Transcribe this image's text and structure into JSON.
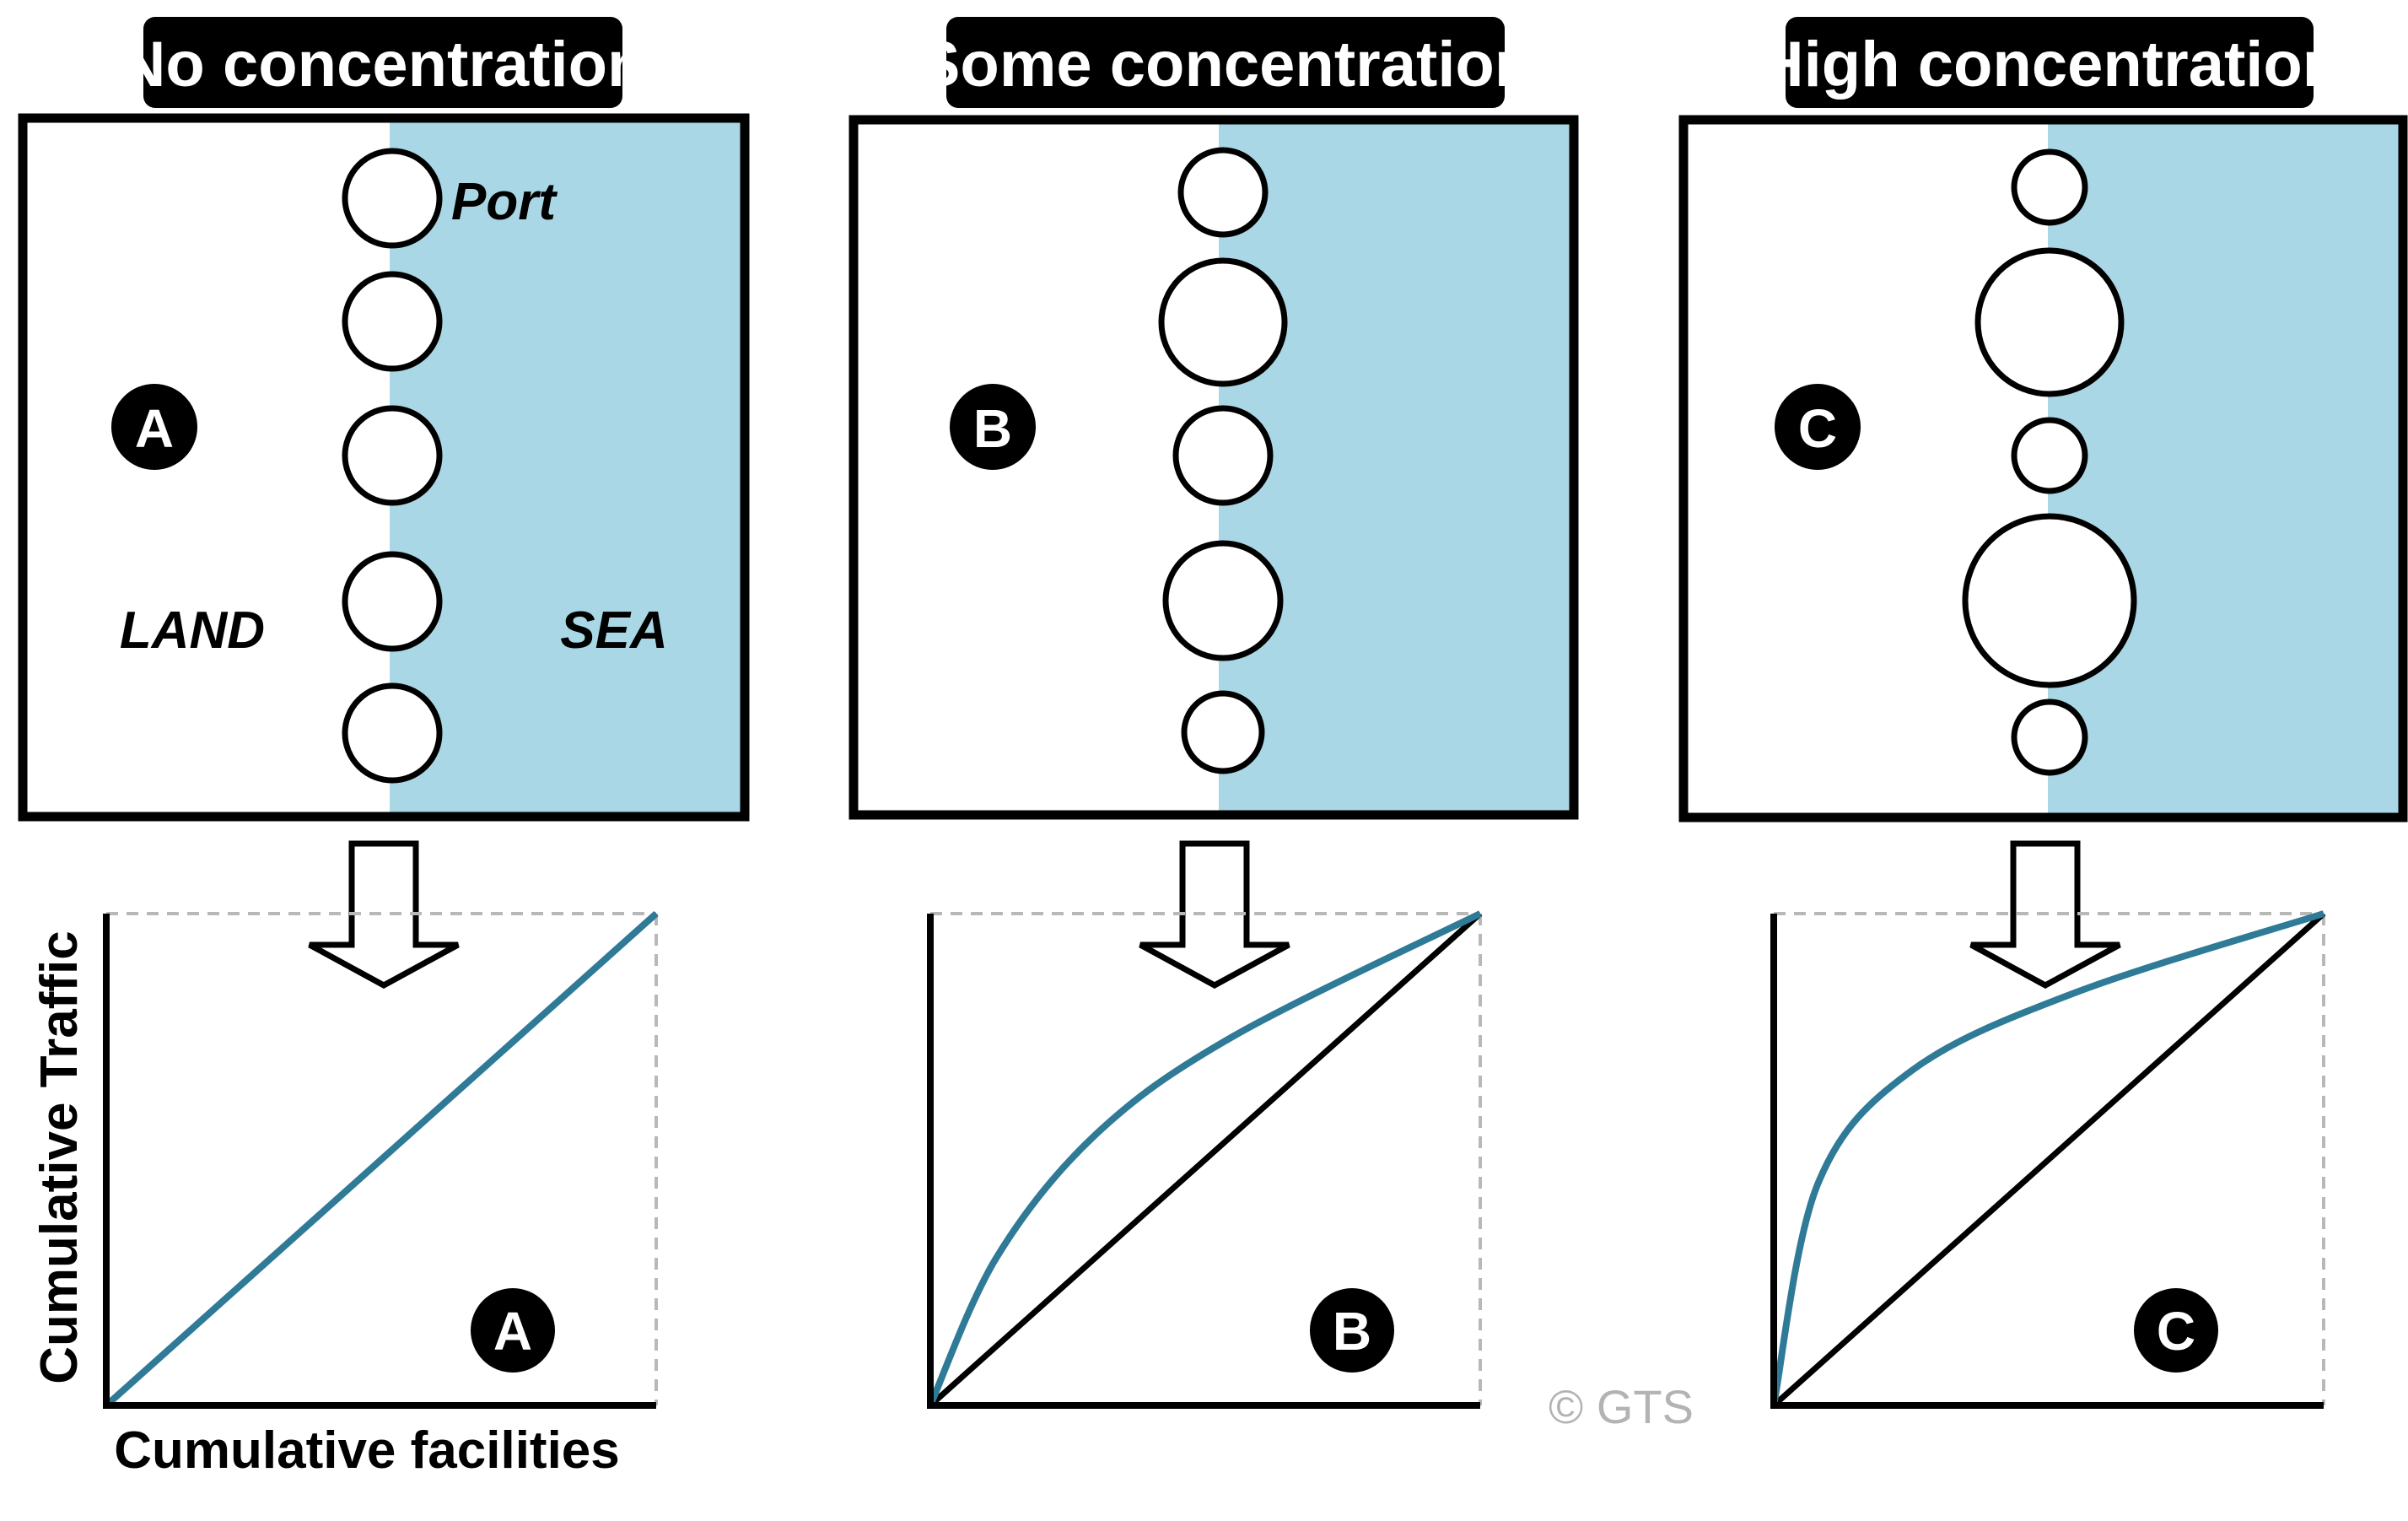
{
  "colors": {
    "sea": "#a9d7e5",
    "curve": "#2f7a97",
    "frame": "#000000",
    "dashed": "#b8b8b8",
    "copyright": "#b3b3b3"
  },
  "panels": [
    {
      "title": "No concentration",
      "badge": "A",
      "port_label": "Port",
      "land_label": "LAND",
      "sea_label": "SEA",
      "port_relative_sizes": [
        1,
        1,
        1,
        1,
        1
      ],
      "lorenz_curve": {
        "x": [
          0,
          0.25,
          0.5,
          0.75,
          1
        ],
        "y": [
          0,
          0.25,
          0.5,
          0.75,
          1
        ]
      }
    },
    {
      "title": "Some concentration",
      "badge": "B",
      "port_relative_sizes": [
        0.84,
        1.21,
        0.93,
        1.13,
        0.77
      ],
      "lorenz_curve": {
        "x": [
          0,
          0.12,
          0.3,
          0.55,
          1
        ],
        "y": [
          0,
          0.3,
          0.55,
          0.75,
          1
        ]
      }
    },
    {
      "title": "High concentration",
      "badge": "C",
      "port_relative_sizes": [
        0.71,
        1.41,
        0.71,
        1.62,
        0.71
      ],
      "lorenz_curve": {
        "x": [
          0,
          0.08,
          0.25,
          0.55,
          1
        ],
        "y": [
          0,
          0.45,
          0.68,
          0.84,
          1
        ]
      }
    }
  ],
  "axes": {
    "ylabel": "Cumulative Traffic",
    "xlabel": "Cumulative facilities"
  },
  "copyright": "© GTS"
}
